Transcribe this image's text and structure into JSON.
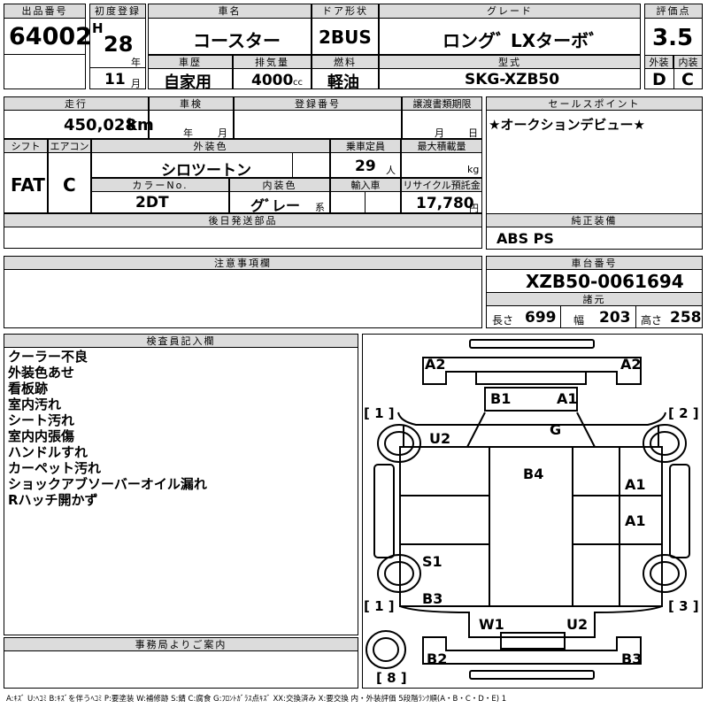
{
  "header": {
    "lot_no_label": "出品番号",
    "lot_no": "64002",
    "first_reg_label": "初度登録",
    "era": "H",
    "year": "28",
    "year_unit": "年",
    "month": "11",
    "month_unit": "月",
    "car_name_label": "車名",
    "car_name": "コースター",
    "door_label": "ドア形状",
    "door": "2BUS",
    "grade_label": "グレード",
    "grade": "ロングﾞ LXターボﾞ",
    "score_label": "評価点",
    "score": "3.5",
    "history_label": "車歴",
    "history": "自家用",
    "displacement_label": "排気量",
    "displacement": "4000",
    "displacement_unit": "cc",
    "fuel_label": "燃料",
    "fuel": "軽油",
    "model_label": "型式",
    "model": "SKG-XZB50",
    "ext_grade_label": "外装",
    "ext_grade": "D",
    "int_grade_label": "内装",
    "int_grade": "C"
  },
  "row2": {
    "mileage_label": "走行",
    "mileage": "450,028",
    "mileage_unit": "km",
    "inspection_label": "車検",
    "inspection_year_unit": "年",
    "inspection_month_unit": "月",
    "reg_no_label": "登録番号",
    "transfer_label": "譲渡書類期限",
    "transfer_month_unit": "月",
    "transfer_day_unit": "日",
    "shift_label": "シフト",
    "shift": "FAT",
    "ac_label": "エアコン",
    "ac": "C",
    "color_label": "外装色",
    "color": "シロツートン",
    "capacity_label": "乗車定員",
    "capacity": "29",
    "capacity_unit": "人",
    "max_load_label": "最大積載量",
    "max_load_unit": "kg",
    "color_no_label": "カラーNo.",
    "color_no": "2DT",
    "interior_color_label": "内装色",
    "interior_color": "グﾞレー",
    "interior_color_suffix": "系",
    "import_label": "輸入車",
    "recycle_label": "リサイクル預託金",
    "recycle": "17,780",
    "recycle_unit": "円",
    "later_parts_label": "後日発送部品",
    "notes_label": "注意事項欄",
    "inspector_label": "検査員記入欄",
    "office_label": "事務局よりご案内"
  },
  "side": {
    "sales_point_label": "セールスポイント",
    "sales_point": "★オークションデビュー★",
    "equipment_label": "純正装備",
    "equipment": "ABS PS",
    "chassis_label": "車台番号",
    "chassis": "XZB50-0061694",
    "specs_label": "諸元",
    "length_label": "長さ",
    "length": "699",
    "width_label": "幅",
    "width": "203",
    "height_label": "高さ",
    "height": "258"
  },
  "remarks": [
    "クーラー不良",
    "外装色あせ",
    "看板跡",
    "室内汚れ",
    "シート汚れ",
    "室内内張傷",
    "ハンドルすれ",
    "カーペット汚れ",
    "ショックアブソーバーオイル漏れ",
    "Rハッチ開かず"
  ],
  "diagram": {
    "tl_a2": "A2",
    "tr_a2": "A2",
    "b1": "B1",
    "a1_top": "A1",
    "g": "G",
    "u2": "U2",
    "b4": "B4",
    "a1_r1": "A1",
    "a1_r2": "A1",
    "s1": "S1",
    "b3_left": "B3",
    "w1": "W1",
    "u2_rear": "U2",
    "b2": "B2",
    "b3_rear": "B3",
    "tire1_top": "[ 1 ]",
    "tire2_top": "[ 2 ]",
    "tire1_bot": "[ 1 ]",
    "tire3_bot": "[ 3 ]",
    "tire8": "[ 8 ]"
  },
  "legend": "A:ｷｽﾞ U:ﾍｺﾐ B:ｷｽﾞを伴うﾍｺﾐ P:要塗装 W:補修跡 S:錆 C:腐食 G:ﾌﾛﾝﾄｶﾞﾗｽ点ｷｽﾞ XX:交換済み X:要交換 内・外装評価 5段階ﾗﾝｸ順(A・B・C・D・E) 1"
}
